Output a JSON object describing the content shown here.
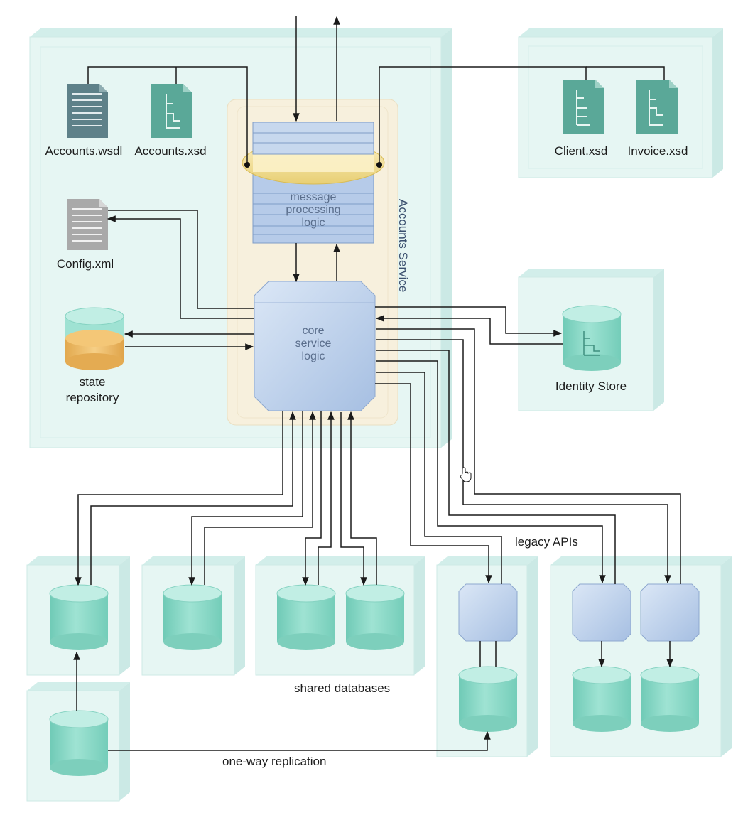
{
  "labels": {
    "accounts_wsdl": "Accounts.wsdl",
    "accounts_xsd": "Accounts.xsd",
    "client_xsd": "Client.xsd",
    "invoice_xsd": "Invoice.xsd",
    "config_xml": "Config.xml",
    "state_repository_line1": "state",
    "state_repository_line2": "repository",
    "message_processing_line1": "message",
    "message_processing_line2": "processing",
    "message_processing_line3": "logic",
    "core_service_line1": "core",
    "core_service_line2": "service",
    "core_service_line3": "logic",
    "accounts_service": "Accounts Service",
    "identity_store": "Identity Store",
    "legacy_apis": "legacy APIs",
    "shared_databases": "shared databases",
    "one_way_replication": "one-way replication"
  },
  "colors": {
    "container_fill": "#e4f5f3",
    "container_edge": "#c8e8e4",
    "db_body": "#8fd8c8",
    "db_top": "#b6ece0",
    "api_block": "#b8cdea",
    "core_block": "#b4c9e8",
    "message_layers": "#a9c2e4",
    "ring": "#f1dc92",
    "service_panel": "#f6efdc",
    "doc_teal": "#5aa898",
    "doc_slate": "#5d7f86",
    "doc_gray": "#a8a8a8",
    "state_db_top": "#f3c06d",
    "arrow": "#1a1a1a"
  },
  "icons": {
    "wsdl_document": "document-lines-icon",
    "xsd_document": "schema-tree-document-icon",
    "config_document": "document-lines-icon",
    "database": "database-cylinder-icon",
    "pointer_cursor": "hand-pointer-icon"
  }
}
